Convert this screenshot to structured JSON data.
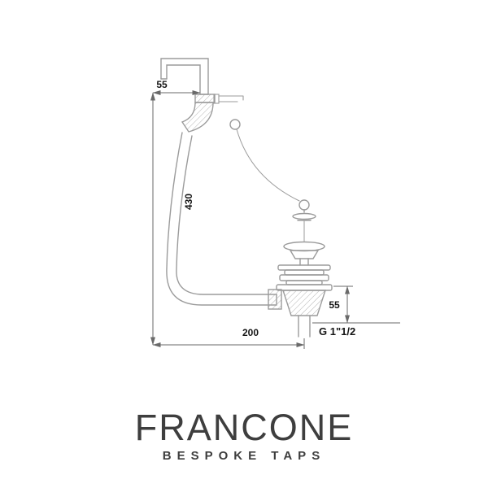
{
  "diagram": {
    "dim_top_offset": "55",
    "dim_height": "430",
    "dim_length": "200",
    "dim_waste_height": "55",
    "thread_label": "G 1\"1/2"
  },
  "brand": {
    "name": "FRANCONE",
    "tagline": "BESPOKE TAPS"
  },
  "colors": {
    "drawing_line": "#9b9b9b",
    "dimension_line": "#6a6a6a",
    "dimension_text": "#151515",
    "brand_text": "#3e3e3e",
    "background": "#ffffff"
  }
}
